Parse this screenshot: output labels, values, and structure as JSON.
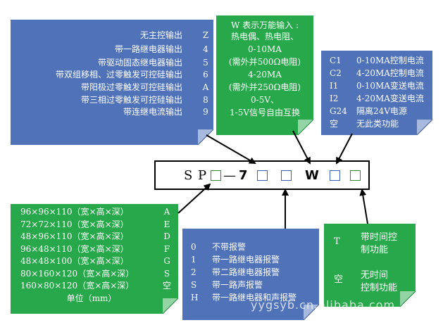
{
  "output_box": {
    "rows": [
      {
        "label": "无主控输出",
        "code": "Z"
      },
      {
        "label": "带一路继电器输出",
        "code": "4"
      },
      {
        "label": "带驱动固态继电器输出",
        "code": "5"
      },
      {
        "label": "带双组移相、过零触发可控硅输出",
        "code": "6"
      },
      {
        "label": "带阳极过零触发可控硅输出",
        "code": "A"
      },
      {
        "label": "带三相过零触发可控硅输出",
        "code": "8"
      },
      {
        "label": "带连继电流输出",
        "code": "9"
      }
    ]
  },
  "w_box": {
    "lines": [
      "W 表示万能输入 :",
      "热电偶、热电阻、",
      "0-10MA",
      "(需外并500Ω电阻)",
      "4-20MA",
      "(需外并250Ω电阻)",
      "0-5V、",
      "1-5V信号自由互换"
    ]
  },
  "c_box": {
    "rows": [
      {
        "code": "C1",
        "label": "0-10MA控制电流"
      },
      {
        "code": "C2",
        "label": "4-20MA控制电流"
      },
      {
        "code": "I1",
        "label": "0-10MA变送电流"
      },
      {
        "code": "I2",
        "label": "4-20MA变送电流"
      },
      {
        "code": "G24",
        "label": "隔离24V电源"
      },
      {
        "code": "空",
        "label": "无此类功能"
      }
    ]
  },
  "model": {
    "s": "S",
    "p": "P",
    "dash": "—",
    "seven": "7",
    "w": "W"
  },
  "size_box": {
    "rows": [
      {
        "label": "96×96×110（宽×高×深）",
        "code": "A"
      },
      {
        "label": "72×72×110（宽×高×深）",
        "code": "E"
      },
      {
        "label": "48×96×110（宽×高×深）",
        "code": "D"
      },
      {
        "label": "96×48×110（宽×高×深）",
        "code": "F"
      },
      {
        "label": "48×48×100（宽×高×深）",
        "code": "G"
      },
      {
        "label": "80×160×120（宽×高×深）",
        "code": "S"
      },
      {
        "label": "160×80×120（宽×高×深）",
        "code": "空"
      }
    ],
    "unit": "单位（mm）"
  },
  "alarm_box": {
    "rows": [
      {
        "code": "0",
        "label": "不带报警"
      },
      {
        "code": "1",
        "label": "带一路继电器报警"
      },
      {
        "code": "2",
        "label": "带二路继电器报警"
      },
      {
        "code": "S",
        "label": "带一路声报警"
      },
      {
        "code": "H",
        "label": "带一路继电器和声报警"
      }
    ]
  },
  "time_box": {
    "t_code": "T",
    "t_label_1": "带时间控",
    "t_label_2": "制功能",
    "empty_code": "空",
    "empty_label_1": "无时间",
    "empty_label_2": "控制功能"
  },
  "watermark": "yygsyb.cn.alibaba.com"
}
